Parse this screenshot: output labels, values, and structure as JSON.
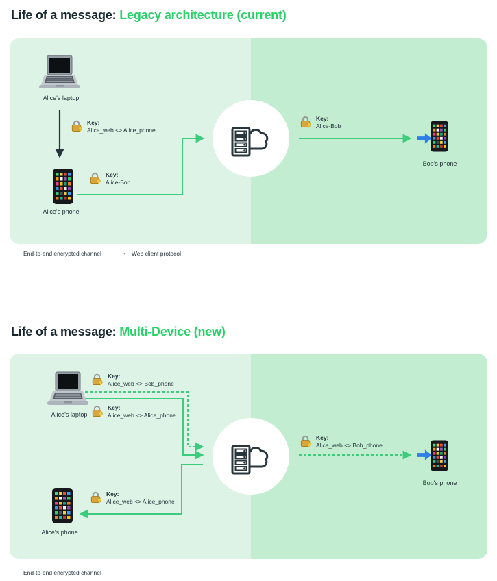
{
  "colors": {
    "title_text": "#16272f",
    "title_highlight": "#25d366",
    "panel_left": "#dcf3e6",
    "panel_right": "#c2edd0",
    "connector_green": "#3dcb7d",
    "connector_black": "#26343c",
    "blue_arrow": "#2e7fe8",
    "label_text": "#26343c"
  },
  "icons": {
    "laptop": "laptop-computer",
    "phone": "smartphone-app-grid",
    "lock": "gold-padlock-with-key",
    "server": "server-rack-with-cloud",
    "blue_arrow": "bold-blue-right-arrow"
  },
  "sections": [
    {
      "title": {
        "prefix": "Life of a message:",
        "highlight": "Legacy architecture (current)"
      },
      "labels": {
        "alice_laptop": "Alice's laptop",
        "alice_phone": "Alice's phone",
        "bob_phone": "Bob's phone"
      },
      "keys": {
        "laptop_phone": {
          "label": "Key:",
          "value": "Alice_web <> Alice_phone"
        },
        "phone_server": {
          "label": "Key:",
          "value": "Alice-Bob"
        },
        "server_bob": {
          "label": "Key:",
          "value": "Alice-Bob"
        }
      },
      "legend": [
        {
          "arrow": "→",
          "label": "End-to-end encrypted channel"
        },
        {
          "arrow": "→",
          "label": "Web client protocol"
        }
      ]
    },
    {
      "title": {
        "prefix": "Life of a message:",
        "highlight": "Multi-Device (new)"
      },
      "labels": {
        "alice_laptop": "Alice's laptop",
        "alice_phone": "Alice's phone",
        "bob_phone": "Bob's phone"
      },
      "keys": {
        "laptop_bob": {
          "label": "Key:",
          "value": "Alice_web <> Bob_phone"
        },
        "laptop_phone": {
          "label": "Key:",
          "value": "Alice_web <> Alice_phone"
        },
        "server_phone": {
          "label": "Key:",
          "value": "Alice_web <> Alice_phone"
        },
        "server_bob": {
          "label": "Key:",
          "value": "Alice_web <> Bob_phone"
        }
      },
      "legend": [
        {
          "arrow": "→",
          "label": "End-to-end encrypted channel"
        }
      ]
    }
  ]
}
